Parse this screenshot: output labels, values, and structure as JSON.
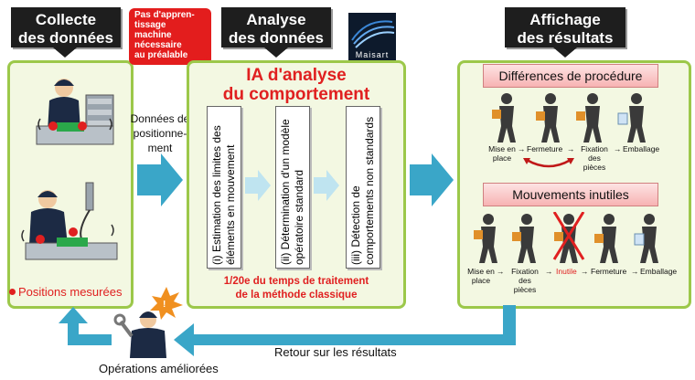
{
  "columns": {
    "collect": {
      "title_line1": "Collecte",
      "title_line2": "des données",
      "positions_label": "Positions mesurées"
    },
    "analysis": {
      "title_line1": "Analyse",
      "title_line2": "des données",
      "ai_title_line1": "IA d'analyse",
      "ai_title_line2": "du comportement",
      "steps": [
        "(i) Estimation des limites des éléments en mouvement",
        "(ii) Détermination d'un modèle opératoire standard",
        "(iii) Détection de comportements non standards"
      ],
      "speed_line1": "1/20e du temps de traitement",
      "speed_line2": "de la méthode classique"
    },
    "display": {
      "title_line1": "Affichage",
      "title_line2": "des résultats",
      "diff_title": "Différences de procédure",
      "diff_steps": [
        "Mise en place",
        "Fermeture",
        "Fixation des pièces",
        "Emballage"
      ],
      "waste_title": "Mouvements inutiles",
      "waste_steps": [
        "Mise en place",
        "Fixation des pièces",
        "Inutile",
        "Fermeture",
        "Emballage"
      ]
    }
  },
  "callout": {
    "line1": "Pas d'appren-",
    "line2": "tissage",
    "line3": "machine",
    "line4": "nécessaire",
    "line5": "au préalable"
  },
  "flow_label_line1": "Données de",
  "flow_label_line2": "positionne-",
  "flow_label_line3": "ment",
  "feedback_label": "Retour sur les résultats",
  "improved_label": "Opérations améliorées",
  "logo_text": "Maisart",
  "colors": {
    "panel_border": "#9cc84a",
    "panel_fill": "#f3f8e2",
    "arrow": "#3aa6c8",
    "red": "#e02020",
    "header": "#1e1e1e"
  }
}
